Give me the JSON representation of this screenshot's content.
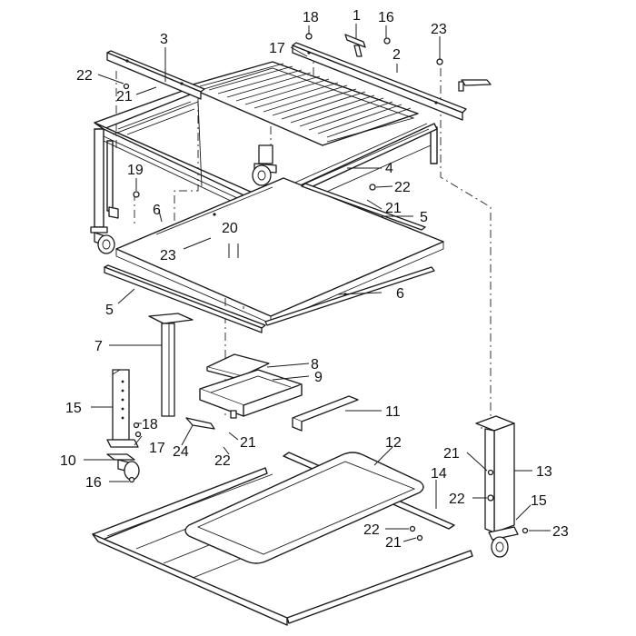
{
  "callouts": {
    "c1": "1",
    "c2": "2",
    "c3": "3",
    "c4": "4",
    "c5a": "5",
    "c5b": "5",
    "c6a": "6",
    "c6b": "6",
    "c7": "7",
    "c8": "8",
    "c9": "9",
    "c10": "10",
    "c11": "11",
    "c12": "12",
    "c13": "13",
    "c14": "14",
    "c15a": "15",
    "c15b": "15",
    "c16a": "16",
    "c16b": "16",
    "c17a": "17",
    "c17b": "17",
    "c18a": "18",
    "c18b": "18",
    "c19": "19",
    "c20": "20",
    "c21a": "21",
    "c21b": "21",
    "c21c": "21",
    "c21d": "21",
    "c21e": "21",
    "c22a": "22",
    "c22b": "22",
    "c22c": "22",
    "c22d": "22",
    "c22e": "22",
    "c23a": "23",
    "c23b": "23",
    "c23c": "23",
    "c24": "24"
  }
}
